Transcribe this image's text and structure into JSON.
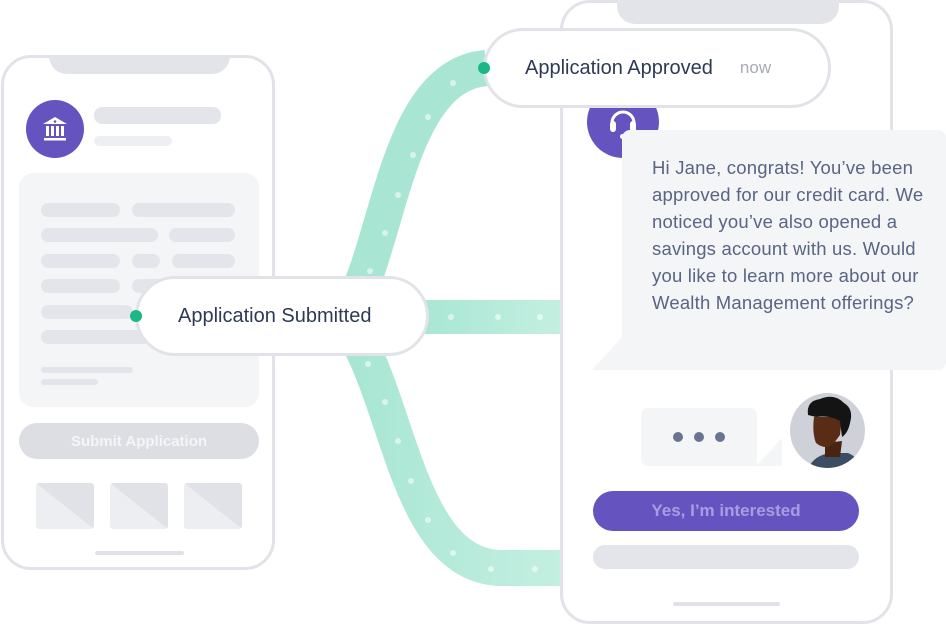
{
  "colors": {
    "brand_purple": "#6554c0",
    "path_green": "#a8e6d3",
    "node_green": "#1bb886",
    "text_dark": "#2d3a55",
    "chat_text": "#5a6483",
    "muted": "#a6aab5",
    "phone_border": "#e2e3e8"
  },
  "left_phone": {
    "avatar_icon": "bank-icon",
    "submit_button_label": "Submit Application",
    "thumbnails": 3
  },
  "timeline": {
    "submitted": {
      "label": "Application Submitted"
    },
    "approved": {
      "label": "Application Approved",
      "time": "now"
    }
  },
  "right_phone": {
    "agent_icon": "headset-icon",
    "agent_message": "Hi Jane, congrats! You’ve been approved for our credit card. We noticed you’ve also opened a savings account with us. Would you like to learn more about our Wealth Management offerings?",
    "typing_indicator": "•••",
    "user_avatar": "user-avatar",
    "cta_label": "Yes, I’m interested"
  }
}
